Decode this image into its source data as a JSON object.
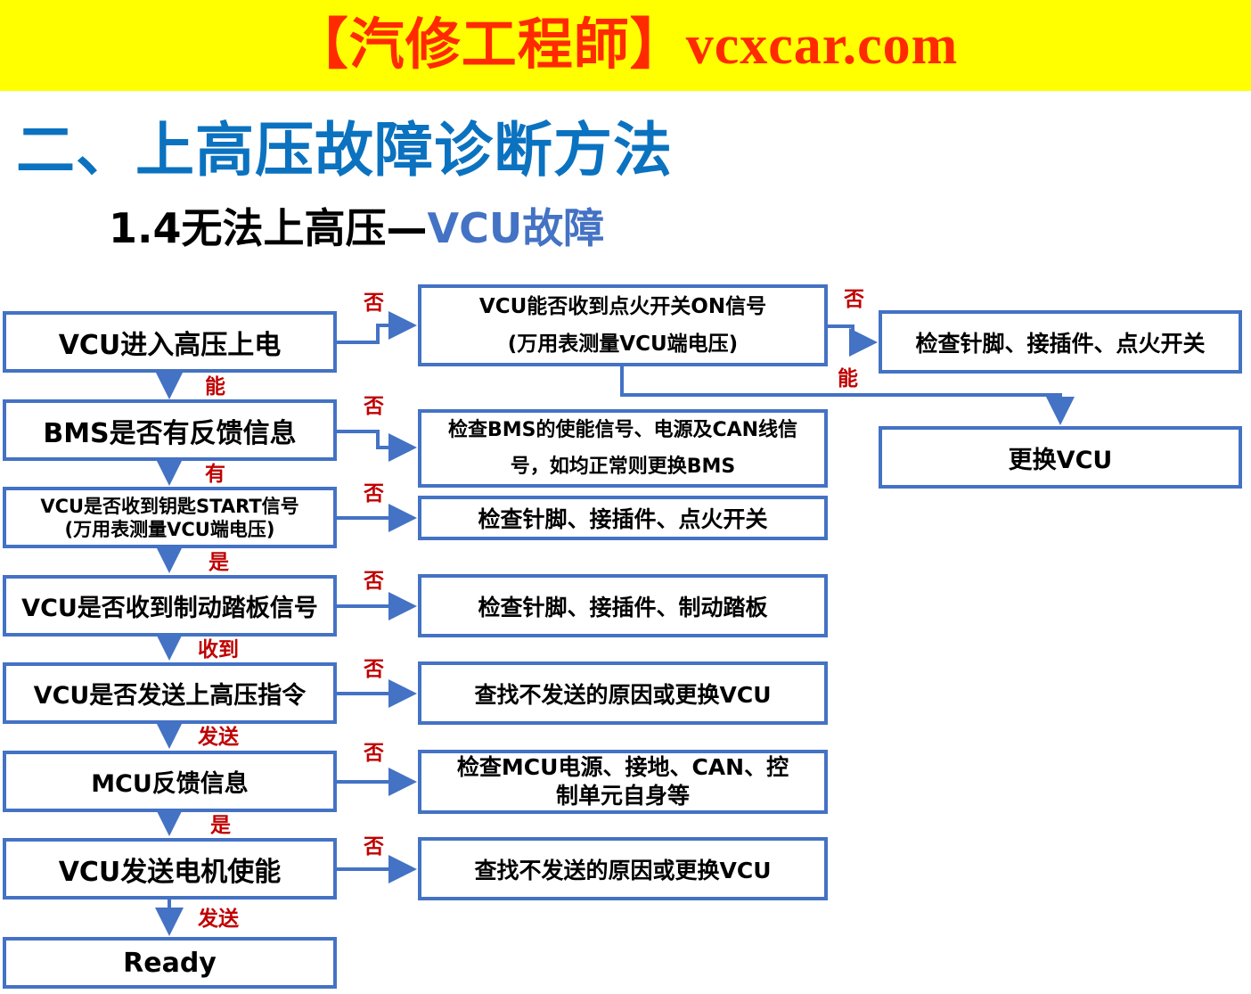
{
  "banner": {
    "text": "【汽修工程師】vcxcar.com",
    "bg_color": "#ffff00",
    "text_color": "#ff2a00"
  },
  "title": {
    "main": "二、上高压故障诊断方法",
    "main_color": "#0b72c0"
  },
  "subtitle": {
    "prefix": "1.4无法上高压—",
    "accent": "VCU故障",
    "accent_color": "#4472c4"
  },
  "colors": {
    "box_border": "#4472c4",
    "label": "#c00000"
  },
  "flow": {
    "main_steps": [
      {
        "id": "s1",
        "lines": [
          "VCU进入高压上电"
        ],
        "yes_label": "能"
      },
      {
        "id": "s2",
        "lines": [
          "BMS是否有反馈信息"
        ],
        "yes_label": "有"
      },
      {
        "id": "s3",
        "lines": [
          "VCU是否收到钥匙START信号",
          "(万用表测量VCU端电压)"
        ],
        "yes_label": "是"
      },
      {
        "id": "s4",
        "lines": [
          "VCU是否收到制动踏板信号"
        ],
        "yes_label": "收到"
      },
      {
        "id": "s5",
        "lines": [
          "VCU是否发送上高压指令"
        ],
        "yes_label": "发送"
      },
      {
        "id": "s6",
        "lines": [
          "MCU反馈信息"
        ],
        "yes_label": "是"
      },
      {
        "id": "s7",
        "lines": [
          "VCU发送电机使能"
        ],
        "yes_label": "发送"
      },
      {
        "id": "s8",
        "lines": [
          "Ready"
        ]
      }
    ],
    "no_label": "否",
    "no_branches": [
      {
        "from": "s1",
        "lines": [
          "VCU能否收到点火开关ON信号",
          "(万用表测量VCU端电压)"
        ]
      },
      {
        "from": "s2",
        "lines": [
          "检查BMS的使能信号、电源及CAN线信",
          "号，如均正常则更换BMS"
        ]
      },
      {
        "from": "s3",
        "lines": [
          "检查针脚、接插件、点火开关"
        ]
      },
      {
        "from": "s4",
        "lines": [
          "检查针脚、接插件、制动踏板"
        ]
      },
      {
        "from": "s5",
        "lines": [
          "查找不发送的原因或更换VCU"
        ]
      },
      {
        "from": "s6",
        "lines": [
          "检查MCU电源、接地、CAN、控",
          "制单元自身等"
        ]
      },
      {
        "from": "s7",
        "lines": [
          "查找不发送的原因或更换VCU"
        ]
      }
    ],
    "ignition_branch": {
      "no_label": "否",
      "no_result": "检查针脚、接插件、点火开关",
      "yes_label": "能",
      "yes_result": "更换VCU"
    }
  }
}
